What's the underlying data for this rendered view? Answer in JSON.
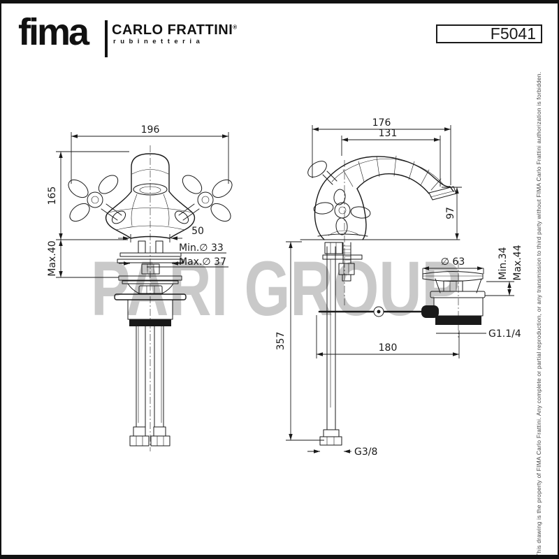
{
  "colors": {
    "line": "#1a1a1a",
    "watermark": "#c9c9c9",
    "note_text": "#444444"
  },
  "header": {
    "brand": "fima",
    "brand_name": "CARLO FRATTINI",
    "registered": "®",
    "brand_subtitle": "rubinetteria",
    "model_code": "F5041"
  },
  "watermark": {
    "text": "PARI GROUP"
  },
  "front_view": {
    "overall_width": "196",
    "spout_height": "165",
    "deck_thickness": "Max.40",
    "base_width": "50",
    "hole_min": "Min.∅ 33",
    "hole_max": "Max.∅ 37"
  },
  "side_view": {
    "overall_depth": "176",
    "spout_reach": "131",
    "outlet_height": "97",
    "supply_length": "357",
    "rod_reach": "180",
    "waste_flange_diameter": "∅ 63",
    "clamp_min": "Min.34",
    "clamp_max": "Max.44",
    "waste_thread": "G1.1/4",
    "supply_thread": "G3/8"
  },
  "legal_note": {
    "text": "This drawing is the property of FIMA Carlo Frattini. Any complete or partial reproduction, or any transmission to third party without FIMA Carlo Frattini authorization is forbidden."
  }
}
